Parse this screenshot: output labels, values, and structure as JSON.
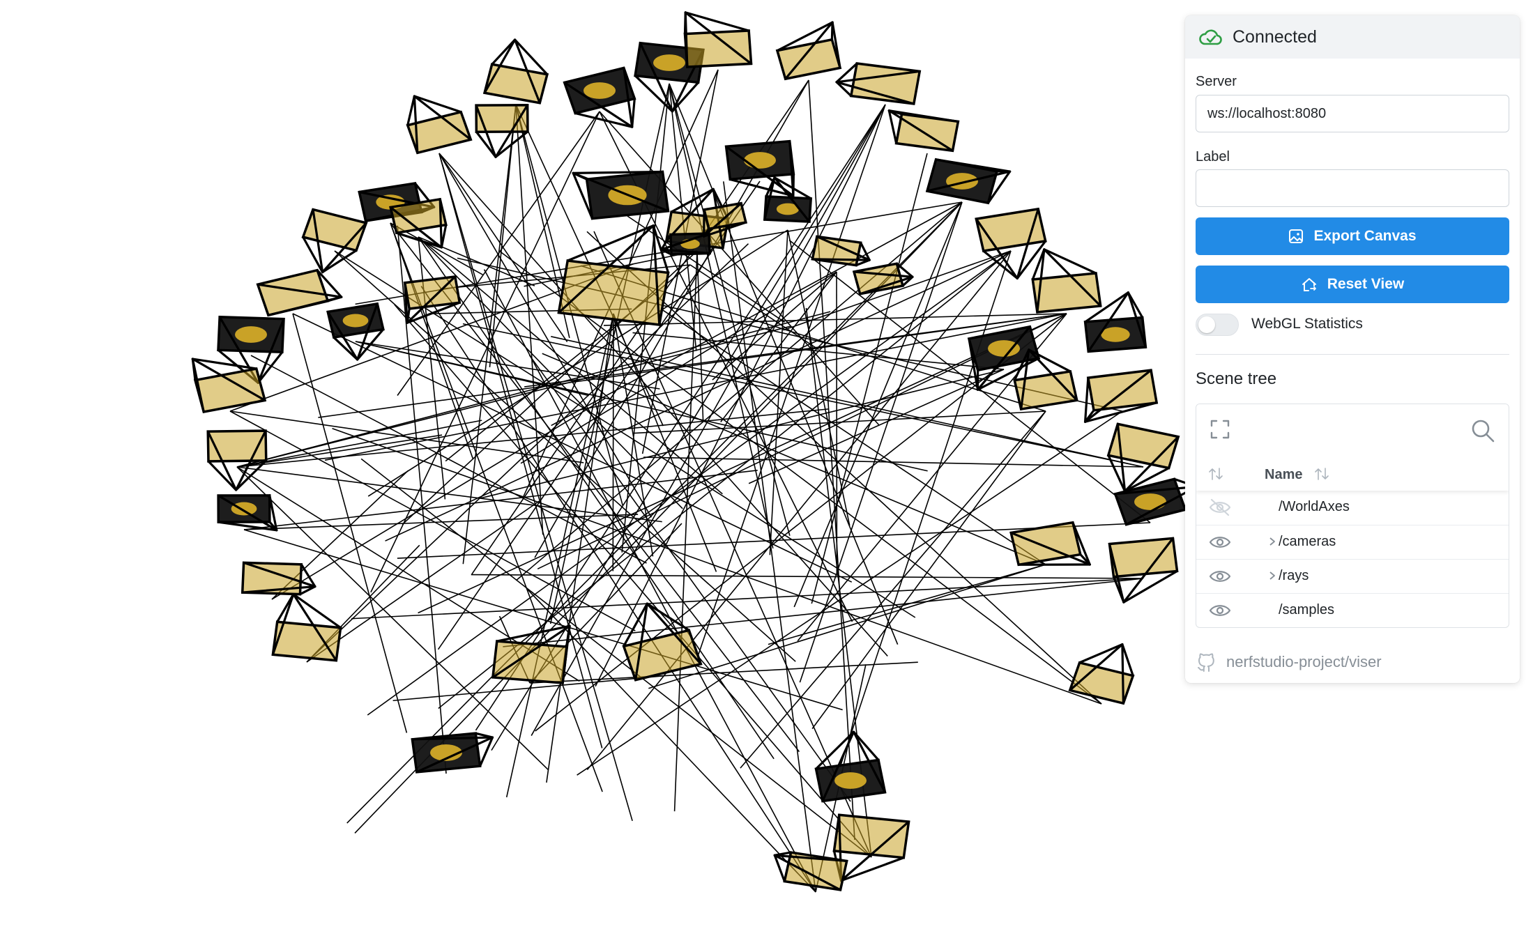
{
  "connection": {
    "status": "Connected",
    "status_color": "#2f9e44"
  },
  "server": {
    "label": "Server",
    "value": "ws://localhost:8080"
  },
  "label_field": {
    "label": "Label",
    "value": ""
  },
  "buttons": {
    "export_canvas": "Export Canvas",
    "reset_view": "Reset View",
    "accent_color": "#228be6"
  },
  "webgl": {
    "label": "WebGL Statistics",
    "enabled": false
  },
  "scene_tree": {
    "title": "Scene tree",
    "column_header": "Name",
    "rows": [
      {
        "label": "/WorldAxes",
        "visible": false,
        "expandable": false
      },
      {
        "label": "/cameras",
        "visible": true,
        "expandable": true
      },
      {
        "label": "/rays",
        "visible": true,
        "expandable": true
      },
      {
        "label": "/samples",
        "visible": true,
        "expandable": false
      }
    ]
  },
  "footer": {
    "text": "nerfstudio-project/viser",
    "icon": "github-icon"
  },
  "viewport": {
    "content": "camera-frustums-and-rays",
    "frustum_color": "#000000",
    "image_tint": "#c9a227"
  }
}
